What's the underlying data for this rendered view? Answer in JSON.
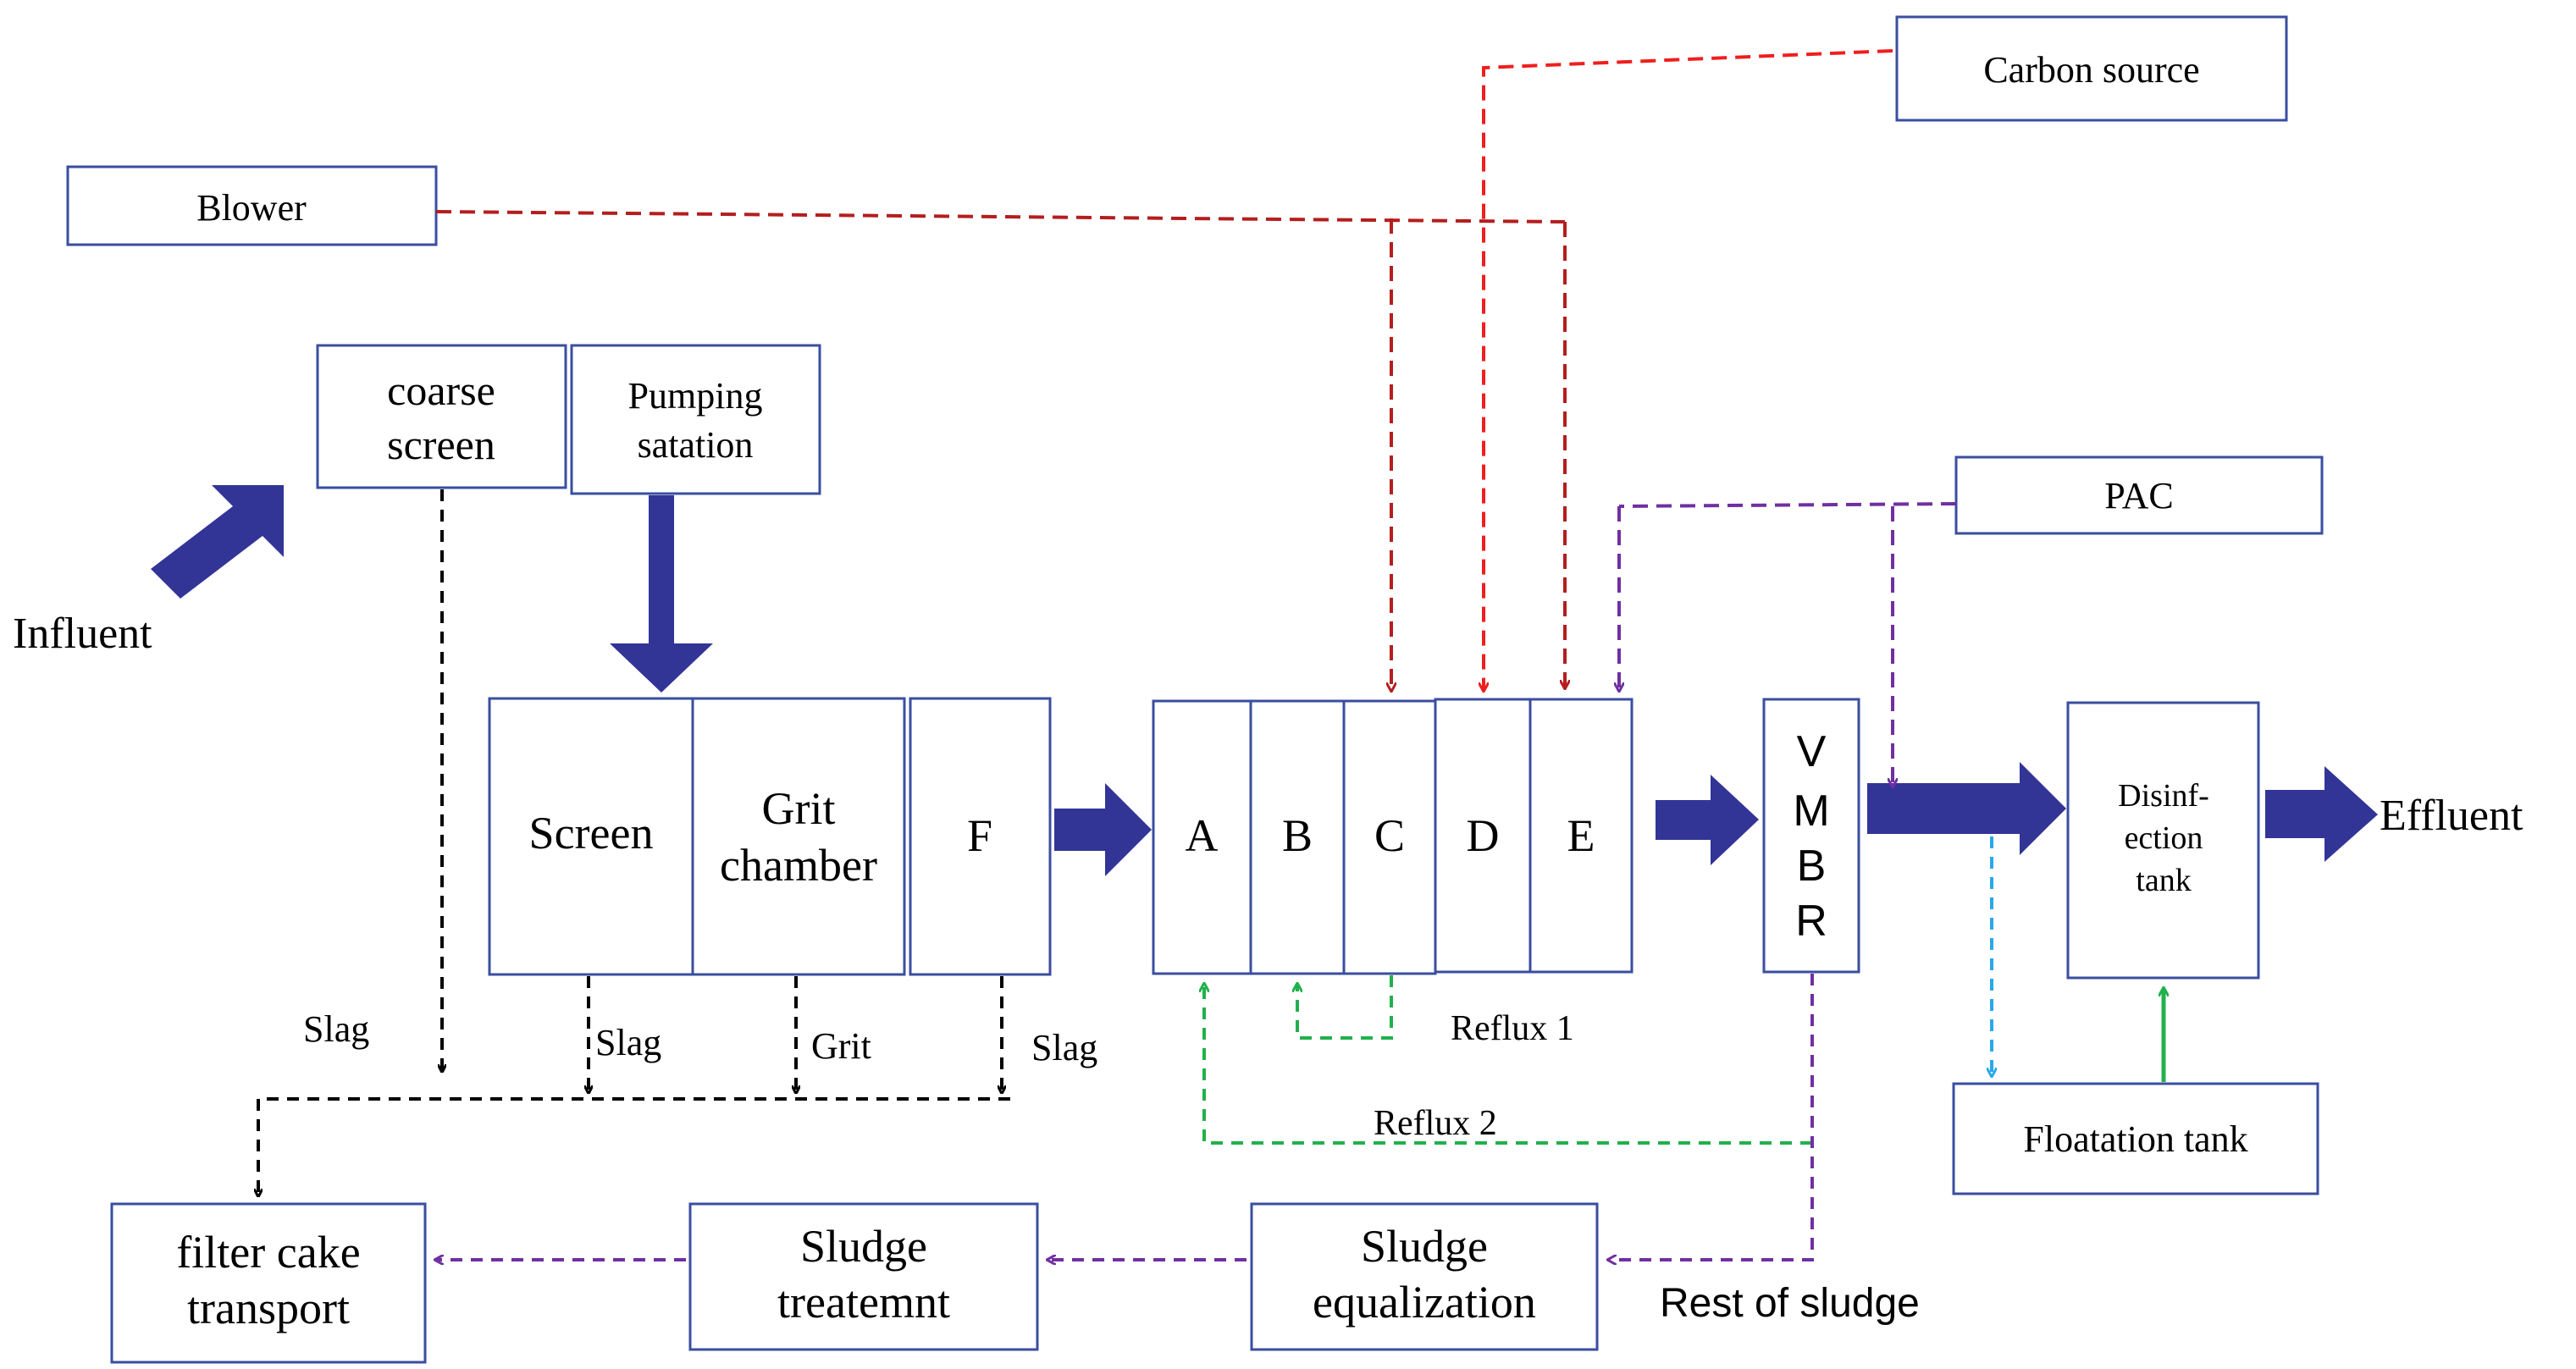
{
  "labels": {
    "influent": "Influent",
    "effluent": "Effluent",
    "coarse_screen": [
      "coarse",
      "screen"
    ],
    "pumping_station": [
      "Pumping",
      "satation"
    ],
    "screen": "Screen",
    "grit_chamber": [
      "Grit",
      "chamber"
    ],
    "f": "F",
    "tanks": [
      "A",
      "B",
      "C",
      "D",
      "E"
    ],
    "vmbr": [
      "V",
      "M",
      "B",
      "R"
    ],
    "disinfection_tank": [
      "Disinf-",
      "ection",
      "tank"
    ],
    "blower": "Blower",
    "carbon_source": "Carbon source",
    "pac": "PAC",
    "floatation_tank": "Floatation tank",
    "filter_cake_transport": [
      "filter cake",
      "transport"
    ],
    "sludge_treatment": [
      "Sludge",
      "treatemnt"
    ],
    "sludge_equalization": [
      "Sludge",
      "equalization"
    ],
    "slag_1": "Slag",
    "slag_2": "Slag",
    "grit": "Grit",
    "slag_3": "Slag",
    "reflux_1": "Reflux 1",
    "reflux_2": "Reflux 2",
    "rest_of_sludge": "Rest of sludge"
  },
  "colors": {
    "main_flow": "#323596",
    "box_border": "#3a4ea0",
    "blower_line": "#b41e1e",
    "carbon_line": "#f01e1e",
    "pac_line": "#7030a0",
    "slag_line": "#000000",
    "reflux_line": "#22b04c",
    "sludge_line": "#7030a0",
    "float_in_line": "#2aa8e8",
    "float_out_line": "#22b04c"
  }
}
